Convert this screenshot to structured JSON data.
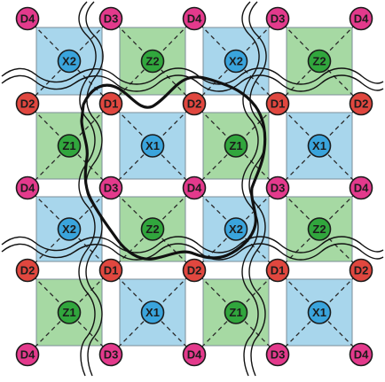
{
  "colors": {
    "background": "#ffffff",
    "tile_green": "#a6d9a3",
    "tile_blue": "#a8d6ec",
    "tile_border": "#7d8d98",
    "d_red": "#e0473f",
    "d_magenta": "#e33a8c",
    "x_blue": "#3aa4dc",
    "z_green": "#31a63d",
    "line_black": "#111111"
  },
  "grid": {
    "corner_rows": [
      [
        "D4",
        "D3",
        "D4",
        "D3",
        "D4"
      ],
      [
        "D2",
        "D1",
        "D2",
        "D1",
        "D2"
      ],
      [
        "D4",
        "D3",
        "D4",
        "D3",
        "D4"
      ],
      [
        "D2",
        "D1",
        "D2",
        "D1",
        "D2"
      ],
      [
        "D4",
        "D3",
        "D4",
        "D3",
        "D4"
      ]
    ],
    "tile_rows": [
      [
        {
          "label": "X2",
          "kind": "X"
        },
        {
          "label": "Z2",
          "kind": "Z"
        },
        {
          "label": "X2",
          "kind": "X"
        },
        {
          "label": "Z2",
          "kind": "Z"
        }
      ],
      [
        {
          "label": "Z1",
          "kind": "Z"
        },
        {
          "label": "X1",
          "kind": "X"
        },
        {
          "label": "Z1",
          "kind": "Z"
        },
        {
          "label": "X1",
          "kind": "X"
        }
      ],
      [
        {
          "label": "X2",
          "kind": "X"
        },
        {
          "label": "Z2",
          "kind": "Z"
        },
        {
          "label": "X2",
          "kind": "X"
        },
        {
          "label": "Z2",
          "kind": "Z"
        }
      ],
      [
        {
          "label": "Z1",
          "kind": "Z"
        },
        {
          "label": "X1",
          "kind": "X"
        },
        {
          "label": "Z1",
          "kind": "Z"
        },
        {
          "label": "X1",
          "kind": "X"
        }
      ]
    ]
  }
}
